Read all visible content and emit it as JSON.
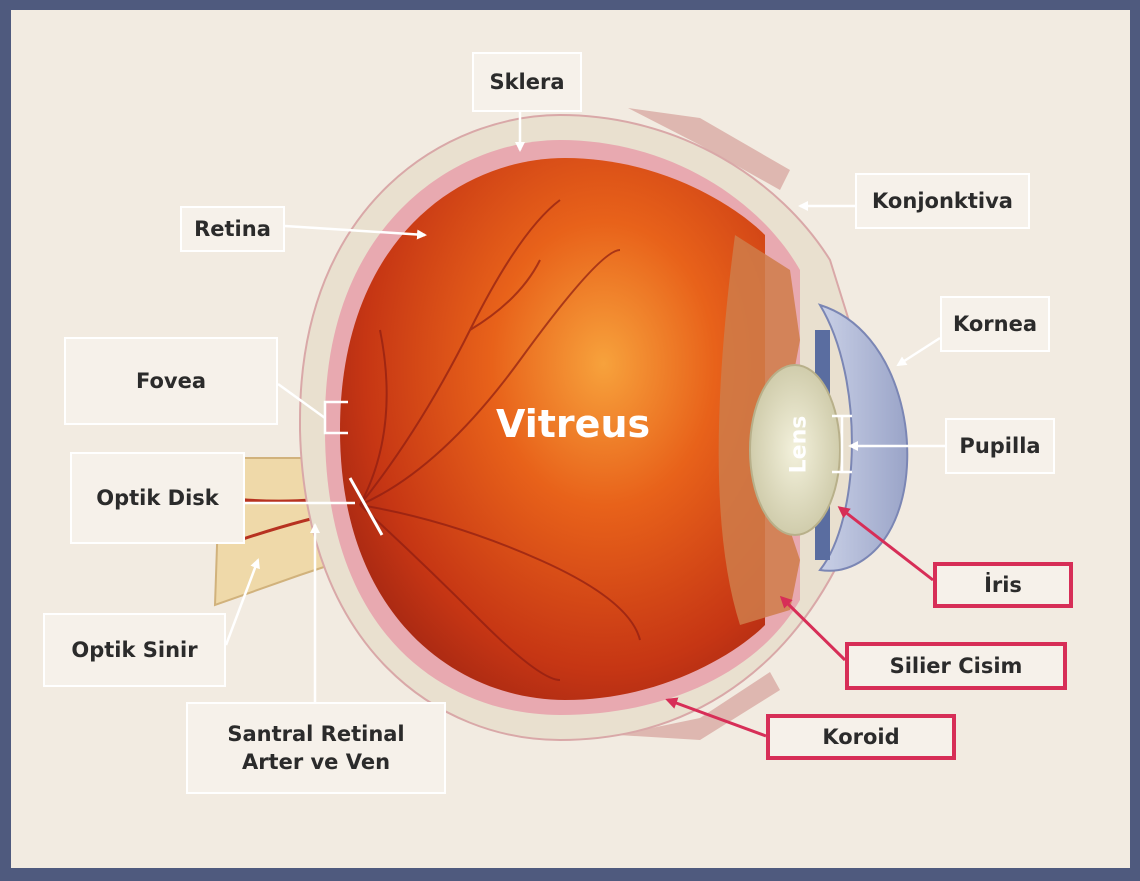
{
  "labels": {
    "sklera": "Sklera",
    "retina": "Retina",
    "konjonktiva": "Konjonktiva",
    "kornea": "Kornea",
    "fovea": "Fovea",
    "pupilla": "Pupilla",
    "optik_disk": "Optik Disk",
    "iris": "İris",
    "optik_sinir": "Optik Sinir",
    "silier_cisim": "Silier Cisim",
    "santral_retinal": "Santral Retinal\nArter ve Ven",
    "koroid": "Koroid"
  },
  "overlay": {
    "vitreus": "Vitreus",
    "lens": "Lens"
  },
  "colors": {
    "frame": "#4f5a7e",
    "background": "#f2ebe1",
    "callout_white": "#ffffff",
    "callout_red": "#d72e57"
  }
}
